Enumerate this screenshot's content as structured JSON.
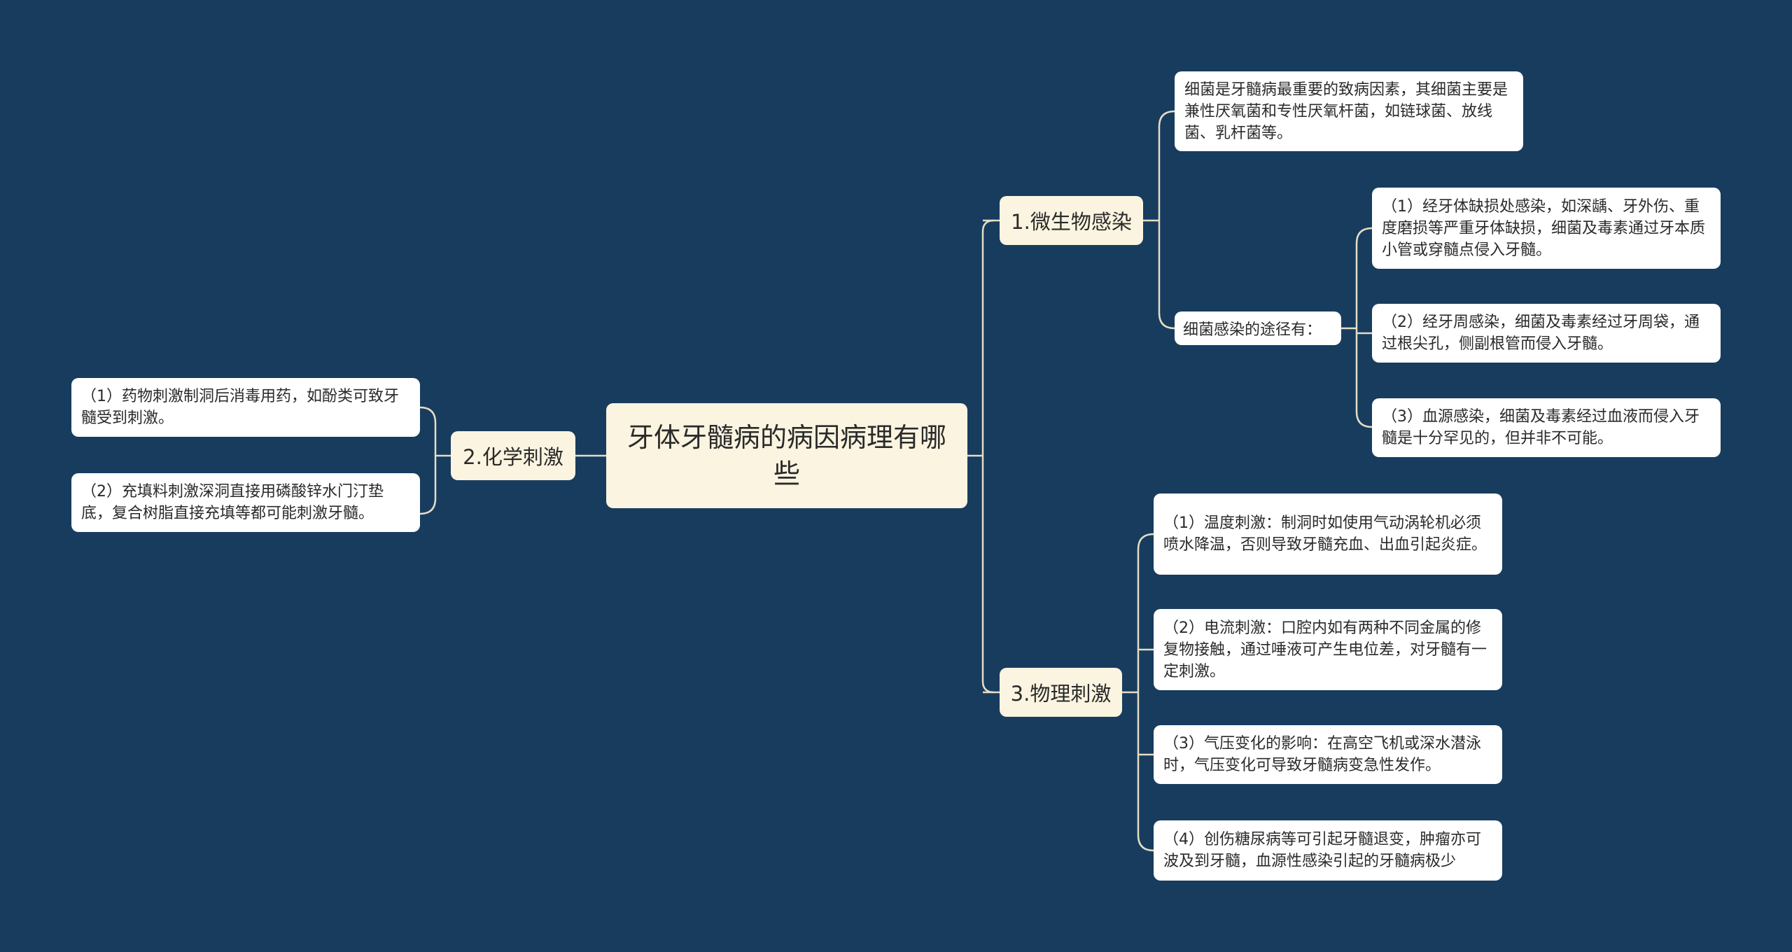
{
  "colors": {
    "background": "#173c5e",
    "central_fill": "#fbf4e0",
    "branch_fill": "#fbf4e0",
    "leaf_fill": "#ffffff",
    "connector": "#e6dcc4"
  },
  "root": {
    "label": "牙体牙髓病的病因病理有哪些"
  },
  "branch1": {
    "label": "1.微生物感染",
    "leaf_intro": "细菌是牙髓病最重要的致病因素，其细菌主要是兼性厌氧菌和专性厌氧杆菌，如链球菌、放线菌、乳杆菌等。",
    "route_label": "细菌感染的途径有：",
    "routes": [
      "（1）经牙体缺损处感染，如深龋、牙外伤、重度磨损等严重牙体缺损，细菌及毒素通过牙本质小管或穿髓点侵入牙髓。",
      "（2）经牙周感染，细菌及毒素经过牙周袋，通过根尖孔，侧副根管而侵入牙髓。",
      "（3）血源感染，细菌及毒素经过血液而侵入牙髓是十分罕见的，但并非不可能。"
    ]
  },
  "branch2": {
    "label": "2.化学刺激",
    "leaves": [
      "（1）药物刺激制洞后消毒用药，如酚类可致牙髓受到刺激。",
      "（2）充填料刺激深洞直接用磷酸锌水门汀垫底，复合树脂直接充填等都可能刺激牙髓。"
    ]
  },
  "branch3": {
    "label": "3.物理刺激",
    "leaves": [
      "（1）温度刺激：制洞时如使用气动涡轮机必须喷水降温，否则导致牙髓充血、出血引起炎症。",
      "（2）电流刺激：口腔内如有两种不同金属的修复物接触，通过唾液可产生电位差，对牙髓有一定刺激。",
      "（3）气压变化的影响：在高空飞机或深水潜泳时，气压变化可导致牙髓病变急性发作。",
      "（4）创伤糖尿病等可引起牙髓退变，肿瘤亦可波及到牙髓，血源性感染引起的牙髓病极少"
    ]
  }
}
